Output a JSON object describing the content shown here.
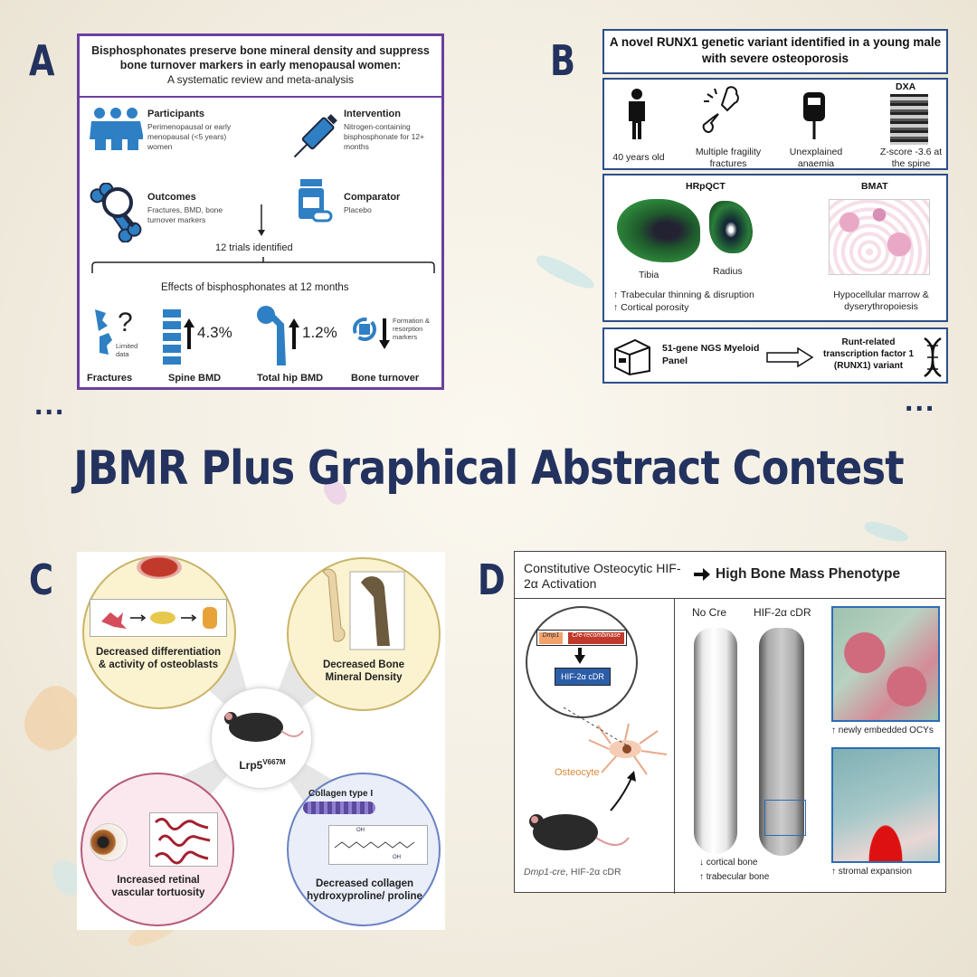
{
  "page": {
    "contest_title": "JBMR Plus Graphical Abstract Contest",
    "ellipsis": "...",
    "panel_letters": [
      "A",
      "B",
      "C",
      "D"
    ]
  },
  "colors": {
    "navy": "#23325e",
    "purple_border": "#6b3fa0",
    "blue_border": "#2c4f8c",
    "icon_blue": "#2f7fc4"
  },
  "panel_a": {
    "title": "Bisphosphonates preserve bone mineral density and suppress bone turnover markers in early menopausal women:",
    "subtitle": "A systematic review and meta-analysis",
    "participants_label": "Participants",
    "participants_text": "Perimenopausal or early menopausal (<5 years) women",
    "intervention_label": "Intervention",
    "intervention_text": "Nitrogen-containing bisphosphonate for 12+ months",
    "outcomes_label": "Outcomes",
    "outcomes_text": "Fractures, BMD, bone turnover markers",
    "comparator_label": "Comparator",
    "comparator_text": "Placebo",
    "trials": "12 trials identified",
    "effects_title": "Effects of bisphosphonates at 12 months",
    "question_mark": "?",
    "limited_data": "Limited data",
    "spine_value": "4.3%",
    "hip_value": "1.2%",
    "turnover_note": "Formation & resorption markers",
    "fractures": "Fractures",
    "spine_bmd": "Spine BMD",
    "hip_bmd": "Total hip BMD",
    "bone_turnover": "Bone turnover"
  },
  "panel_b": {
    "title": "A novel RUNX1 genetic variant identified in a young male with severe osteoporosis",
    "age": "40 years old",
    "fractures": "Multiple fragility fractures",
    "anaemia": "Unexplained anaemia",
    "dxa_label": "DXA",
    "zscore": "Z-score -3.6 at the spine",
    "hrpqct": "HRpQCT",
    "bmat": "BMAT",
    "tibia": "Tibia",
    "radius": "Radius",
    "trabecular": "Trabecular thinning & disruption",
    "cortical": "Cortical porosity",
    "marrow": "Hypocellular marrow & dyserythropoiesis",
    "ngs": "51-gene NGS Myeloid Panel",
    "runx1": "Runt-related transcription factor 1 (RUNX1) variant"
  },
  "panel_c": {
    "osteoblasts": "Decreased differentiation & activity of osteoblasts",
    "bmd": "Decreased Bone Mineral Density",
    "mouse_base": "Lrp5",
    "mouse_sup": "V667M",
    "retinal": "Increased retinal vascular tortuosity",
    "collagen_type": "Collagen type I",
    "collagen": "Decreased collagen hydroxyproline/ proline",
    "oh": "OH"
  },
  "panel_d": {
    "header_left": "Constitutive Osteocytic HIF-2α Activation",
    "header_right": "High Bone Mass Phenotype",
    "dmp1": "Dmp1",
    "cre_recombinase": "Cre-recombinase",
    "construct": "HIF-2α cDR",
    "osteocyte": "Osteocyte",
    "mouse_cre": "Dmp1-cre",
    "mouse_rest": ", HIF-2α cDR",
    "no_cre": "No Cre",
    "hif": "HIF-2α cDR",
    "cortical": "cortical bone",
    "trabecular": "trabecular bone",
    "ocys": "newly embedded OCYs",
    "stromal": "stromal expansion"
  }
}
